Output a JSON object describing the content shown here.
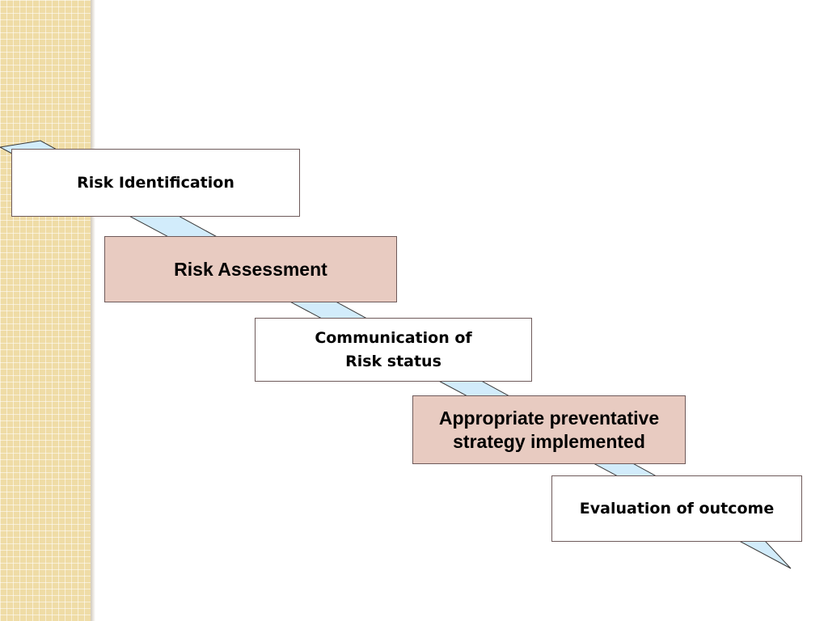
{
  "slide": {
    "title": "Develop\nprevention"
  },
  "colors": {
    "arrow_fill": "#d2ecfb",
    "box_border": "#6e5a5a",
    "highlight_fill": "#e8cbc1",
    "panel": "#efdca6"
  },
  "steps": [
    {
      "label": "Risk Identification",
      "style": "plain"
    },
    {
      "label": "Risk Assessment",
      "style": "highlight"
    },
    {
      "label": "Communication of\nRisk status",
      "style": "plain"
    },
    {
      "label": "Appropriate preventative\nstrategy implemented",
      "style": "highlight"
    },
    {
      "label": "Evaluation of outcome",
      "style": "plain"
    }
  ]
}
